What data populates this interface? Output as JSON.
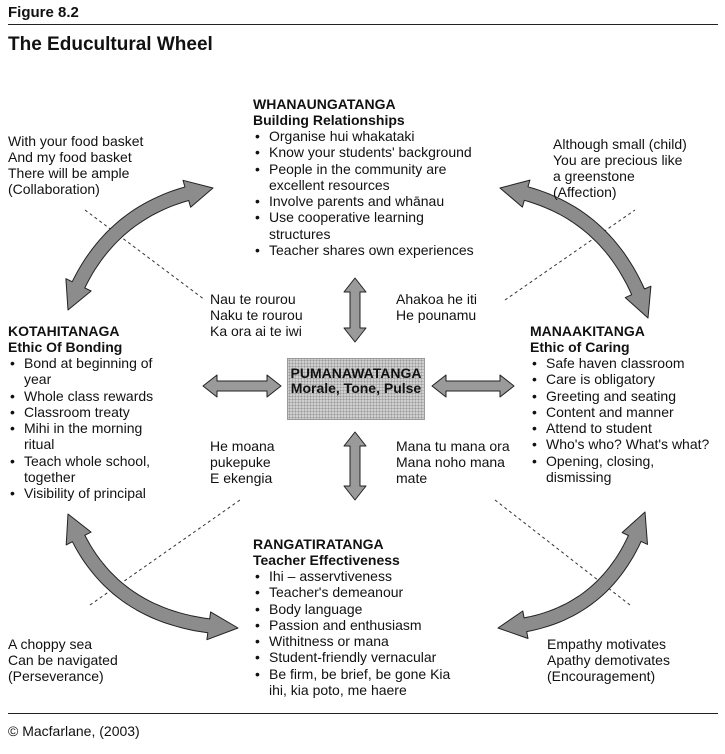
{
  "figure_label": "Figure 8.2",
  "title": "The Educultural Wheel",
  "credit": "© Macfarlane, (2003)",
  "center": {
    "line1": "PUMANAWATANGA",
    "line2": "Morale, Tone, Pulse"
  },
  "top": {
    "title": "WHANAUNGATANGA",
    "subtitle": "Building Relationships",
    "items": [
      "Organise hui whakataki",
      "Know your students' background",
      "People in the community are excellent resources",
      "Involve parents and whānau",
      "Use cooperative learning structures",
      "Teacher shares own experiences"
    ]
  },
  "left": {
    "title": "KOTAHITANAGA",
    "subtitle": "Ethic Of Bonding",
    "items": [
      "Bond at beginning of year",
      "Whole class rewards",
      "Classroom treaty",
      "Mihi in the morning ritual",
      "Teach whole school, together",
      "Visibility of principal"
    ]
  },
  "right": {
    "title": "MANAAKITANGA",
    "subtitle": "Ethic of Caring",
    "items": [
      "Safe haven classroom",
      "Care is obligatory",
      "Greeting and seating",
      "Content and manner",
      "Attend to student",
      "Who's who? What's what?",
      "Opening, closing, dismissing"
    ]
  },
  "bottom": {
    "title": "RANGATIRATANGA",
    "subtitle": "Teacher Effectiveness",
    "items": [
      "Ihi – asservtiveness",
      "Teacher's demeanour",
      "Body language",
      "Passion and enthusiasm",
      "Withitness or mana",
      "Student-friendly vernacular",
      "Be firm, be brief, be gone Kia ihi, kia poto, me haere"
    ]
  },
  "proverbs": {
    "top_left_outer": "With your food basket\nAnd my food basket\nThere will be ample\n(Collaboration)",
    "top_right_outer": "Although small (child)\nYou are precious like\na greenstone\n(Affection)",
    "bottom_left_outer": "A choppy sea\nCan be navigated\n(Perseverance)",
    "bottom_right_outer": "Empathy motivates\nApathy demotivates\n(Encouragement)",
    "top_left_inner": "Nau te rourou\nNaku te rourou\nKa ora ai te iwi",
    "top_right_inner": "Ahakoa he iti\nHe pounamu",
    "bottom_left_inner": "He moana\npukepuke\nE ekengia",
    "bottom_right_inner": "Mana tu mana ora\nMana noho mana\nmate"
  },
  "colors": {
    "arrow_fill": "#8c8c8c",
    "arrow_stroke": "#222222",
    "center_fill": "#cfcfcf"
  }
}
